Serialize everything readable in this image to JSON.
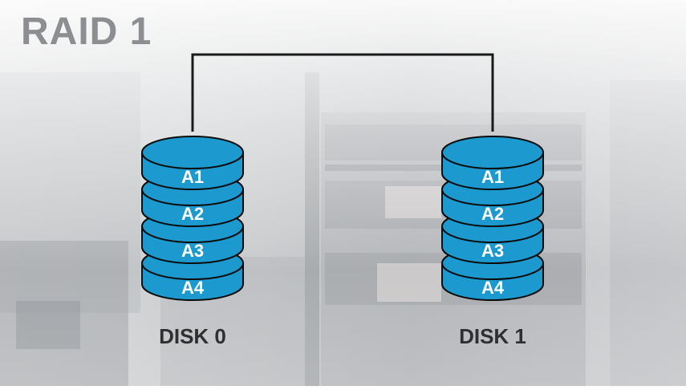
{
  "title": "RAID 1",
  "colors": {
    "disk_fill": "#1c99cf",
    "disk_stroke": "#0c0c0c",
    "connector": "#1a1a1a",
    "title": "#8c8e91",
    "label": "#2f2f31"
  },
  "disks": [
    {
      "name": "DISK 0",
      "blocks": [
        "A1",
        "A2",
        "A3",
        "A4"
      ]
    },
    {
      "name": "DISK 1",
      "blocks": [
        "A1",
        "A2",
        "A3",
        "A4"
      ]
    }
  ]
}
